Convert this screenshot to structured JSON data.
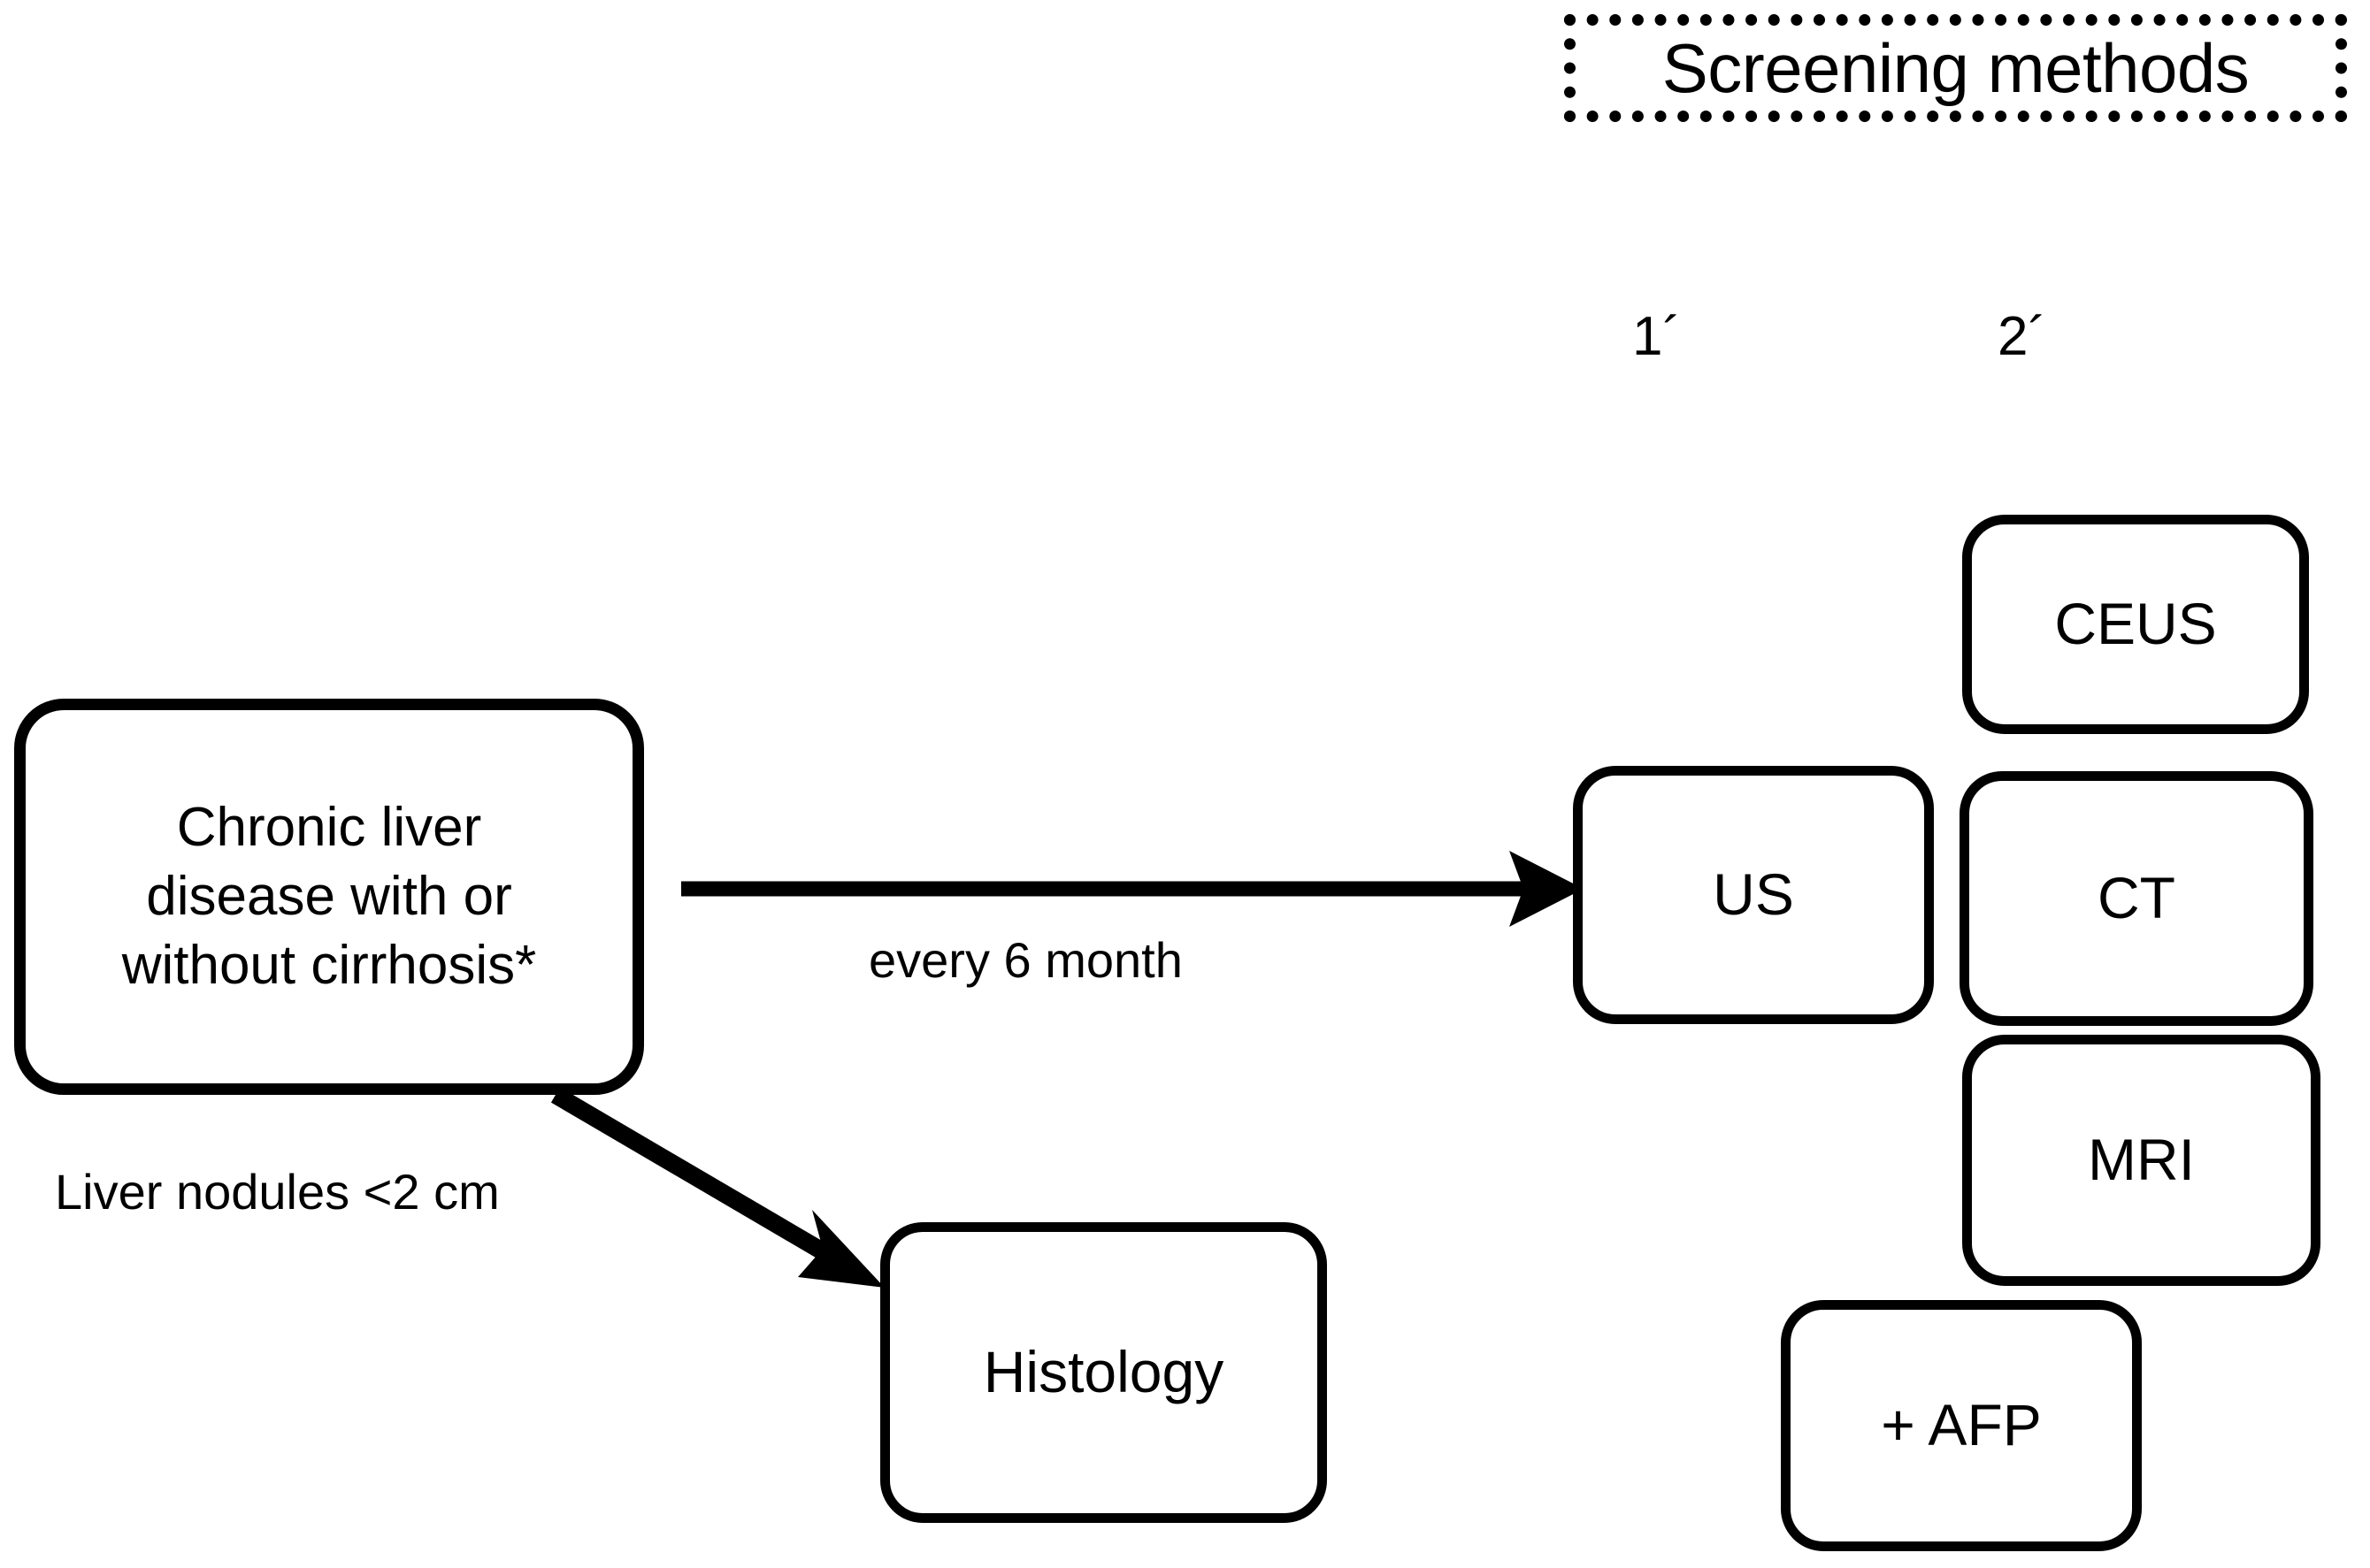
{
  "header": {
    "title": "Screening methods"
  },
  "columns": [
    {
      "id": "primary",
      "label": "1´"
    },
    {
      "id": "secondary",
      "label": "2´"
    }
  ],
  "nodes": {
    "chronic_liver_disease": "Chronic liver\ndisease with or\nwithout cirrhosis*",
    "histology": "Histology",
    "us": "US",
    "ceus": "CEUS",
    "ct": "CT",
    "mri": "MRI",
    "afp": "+ AFP"
  },
  "edges": {
    "every_6_month": "every 6 month",
    "liver_nodules": "Liver nodules <2 cm"
  },
  "colors": {
    "stroke": "#000000",
    "background": "#ffffff"
  },
  "chart_data": {
    "type": "diagram",
    "title": "Screening methods",
    "nodes": [
      {
        "id": "chronic_liver_disease",
        "label": "Chronic liver disease with or without cirrhosis*",
        "shape": "rounded-rect",
        "column": "source"
      },
      {
        "id": "histology",
        "label": "Histology",
        "shape": "rounded-rect",
        "column": "source"
      },
      {
        "id": "us",
        "label": "US",
        "shape": "rounded-rect",
        "column": "1´"
      },
      {
        "id": "ceus",
        "label": "CEUS",
        "shape": "rounded-rect",
        "column": "2´"
      },
      {
        "id": "ct",
        "label": "CT",
        "shape": "rounded-rect",
        "column": "2´"
      },
      {
        "id": "mri",
        "label": "MRI",
        "shape": "rounded-rect",
        "column": "2´"
      },
      {
        "id": "afp",
        "label": "+ AFP",
        "shape": "rounded-rect",
        "column": "2´"
      }
    ],
    "edges": [
      {
        "from": "chronic_liver_disease",
        "to": "us",
        "label": "every 6 month",
        "style": "solid-arrow",
        "direction": "right"
      },
      {
        "from": "chronic_liver_disease",
        "to": "histology",
        "label": "Liver nodules <2 cm",
        "style": "solid-arrow",
        "direction": "down-right"
      }
    ]
  }
}
